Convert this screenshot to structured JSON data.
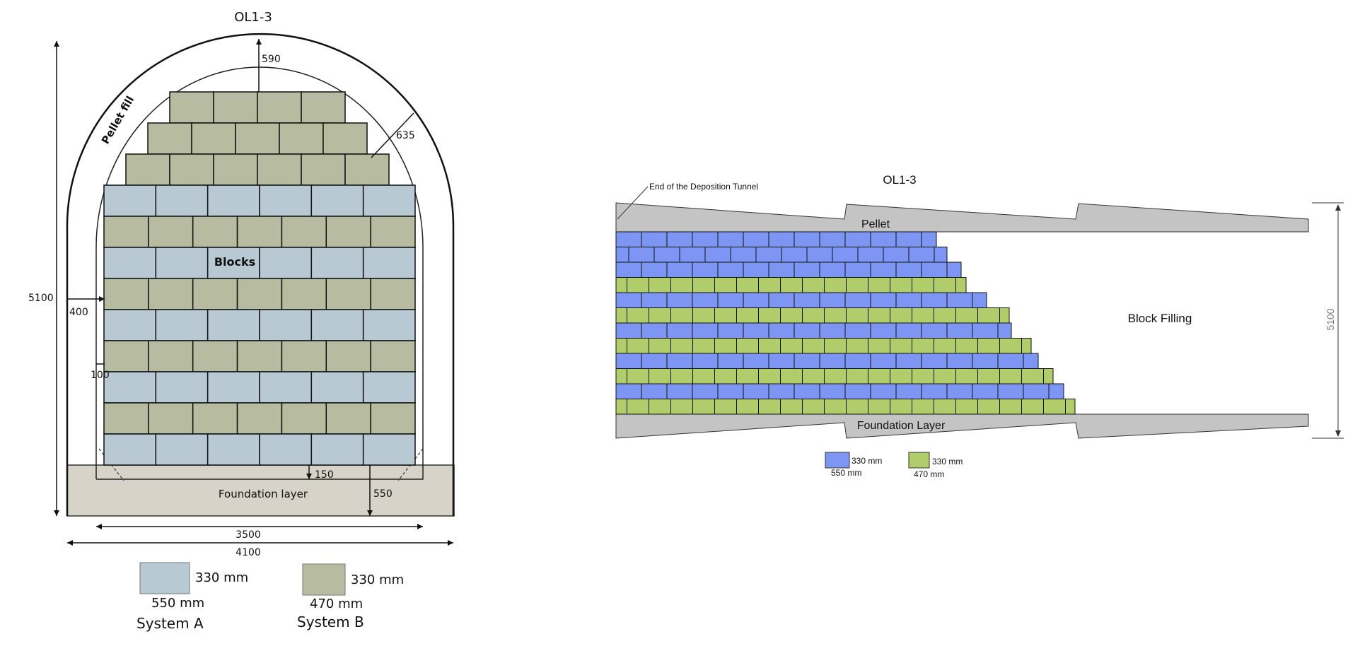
{
  "left": {
    "title": "OL1-3",
    "pellet_label": "Pellet fill",
    "blocks_label": "Blocks",
    "foundation_label": "Foundation layer",
    "dims": {
      "top": "590",
      "diag": "635",
      "height": "5100",
      "side": "400",
      "gap": "100",
      "base_gap": "150",
      "foundation": "550",
      "inner_width": "3500",
      "outer_width": "4100"
    },
    "legend": [
      {
        "height_label": "330 mm",
        "width_label": "550 mm",
        "name": "System A",
        "color": "#b9c9d3"
      },
      {
        "height_label": "330 mm",
        "width_label": "470 mm",
        "name": "System B",
        "color": "#b7bba0"
      }
    ]
  },
  "right": {
    "title": "OL1-3",
    "end_label": "End of the Deposition Tunnel",
    "pellet_label": "Pellet",
    "foundation_label": "Foundation Layer",
    "fill_label": "Block Filling",
    "height_dim": "5100",
    "legend": [
      {
        "height_label": "330 mm",
        "width_label": "550 mm",
        "color": "#7d95f3"
      },
      {
        "height_label": "330 mm",
        "width_label": "470 mm",
        "color": "#b1cc6a"
      }
    ]
  },
  "colors": {
    "block_a": "#b9c9d3",
    "block_b": "#b7bba0",
    "foundation": "#d7d3c8",
    "ramp": "#c4c4c4",
    "blue": "#7d95f3",
    "green": "#b1cc6a"
  }
}
